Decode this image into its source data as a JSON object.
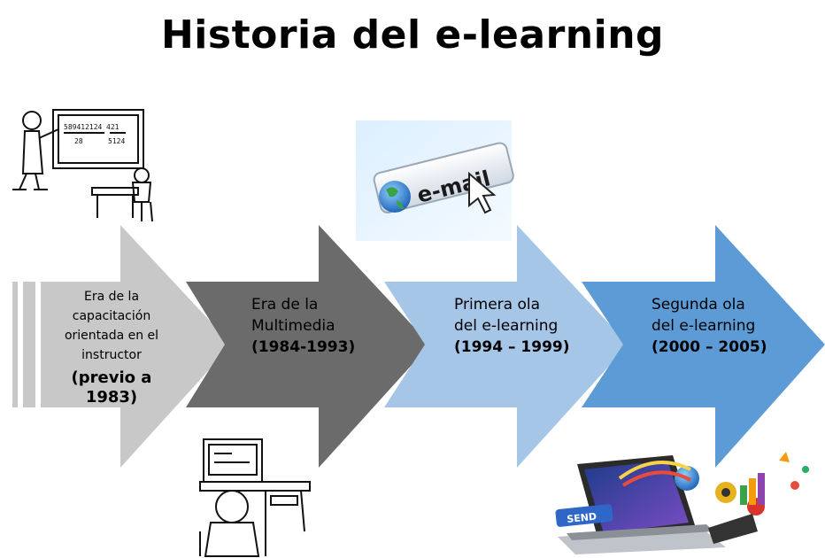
{
  "title": "Historia del e-learning",
  "stages": [
    {
      "label": "Era de la\ncapacitación\norientada en el\ninstructor",
      "years": "(previo a\n1983)",
      "color": "#c8c8c8"
    },
    {
      "label": "Era de la\nMultimedia",
      "years": "(1984-1993)",
      "color": "#6b6b6b"
    },
    {
      "label": "Primera ola\ndel e-learning",
      "years": "(1994 – 1999)",
      "color": "#a6c6e8"
    },
    {
      "label": "Segunda ola\ndel e-learning",
      "years": "(2000 – 2005)",
      "color": "#5c9bd6"
    }
  ],
  "illustrations": {
    "classroom": "teacher-chalkboard-sketch",
    "computer": "student-at-computer-sketch",
    "email": {
      "text": "e-mail",
      "icon": "globe-cursor-email-image"
    },
    "laptop": {
      "text": "SEND",
      "icon": "laptop-multimedia-collage"
    }
  }
}
